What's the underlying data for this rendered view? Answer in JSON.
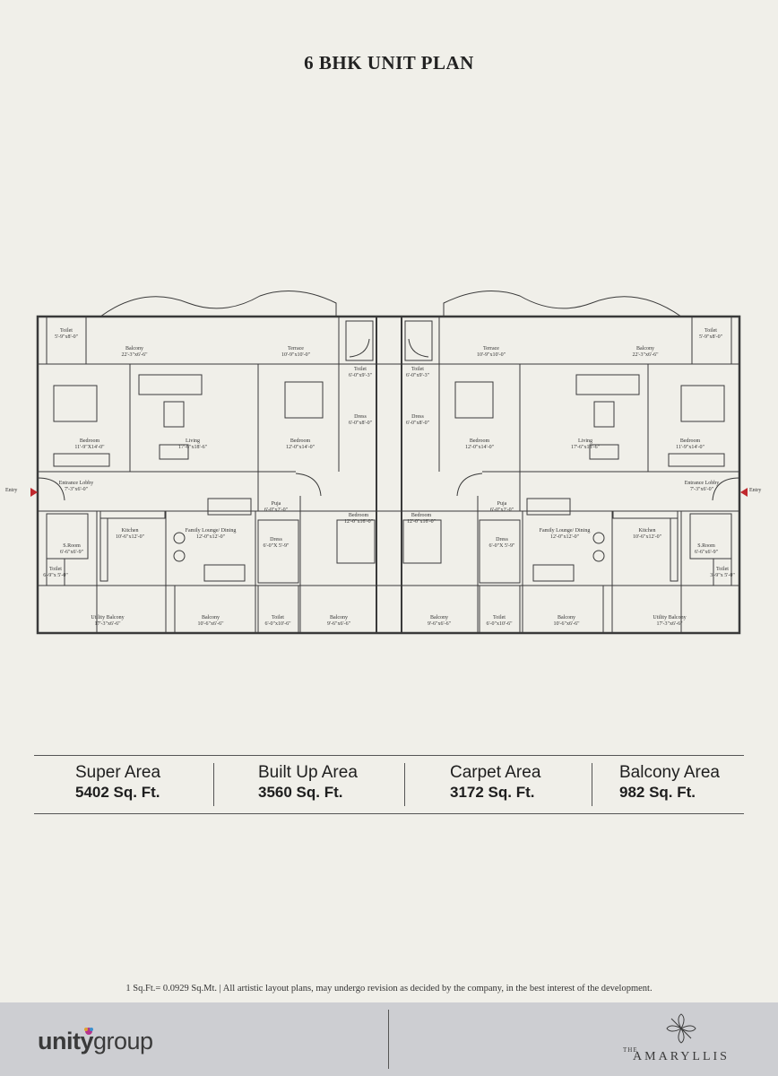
{
  "title": "6 BHK UNIT PLAN",
  "plan": {
    "rooms": [
      {
        "name": "Toilet",
        "dim": "5'-9\"x8'-0\""
      },
      {
        "name": "Balcony",
        "dim": "22'-3\"x6'-6\""
      },
      {
        "name": "Terrace",
        "dim": "10'-9\"x10'-0\""
      },
      {
        "name": "Toilet",
        "dim": "6'-0\"x9'-3\""
      },
      {
        "name": "Toilet",
        "dim": "6'-0\"x9'-3\""
      },
      {
        "name": "Terrace",
        "dim": "10'-9\"x10'-0\""
      },
      {
        "name": "Balcony",
        "dim": "22'-3\"x6'-6\""
      },
      {
        "name": "Toilet",
        "dim": "5'-9\"x8'-0\""
      },
      {
        "name": "Bedroom",
        "dim": "11'-9\"X14'-0\""
      },
      {
        "name": "Living",
        "dim": "17'-6\"x18'-6\""
      },
      {
        "name": "Bedroom",
        "dim": "12'-0\"x14'-0\""
      },
      {
        "name": "Dress",
        "dim": "6'-0\"x8'-0\""
      },
      {
        "name": "Dress",
        "dim": "6'-0\"x8'-0\""
      },
      {
        "name": "Bedroom",
        "dim": "12'-0\"x14'-0\""
      },
      {
        "name": "Living",
        "dim": "17'-6\"x18'-6\""
      },
      {
        "name": "Bedroom",
        "dim": "11'-9\"x14'-0\""
      },
      {
        "name": "Entrance Lobby",
        "dim": "7'-3\"x6'-0\""
      },
      {
        "name": "Entrance Lobby",
        "dim": "7'-3\"x6'-0\""
      },
      {
        "name": "Puja",
        "dim": "6'-0\"x2'-0\""
      },
      {
        "name": "Bedroom",
        "dim": "12'-0\"x16'-0\""
      },
      {
        "name": "Bedroom",
        "dim": "12'-0\"x16'-0\""
      },
      {
        "name": "Puja",
        "dim": "6'-0\"x2'-0\""
      },
      {
        "name": "Kitchen",
        "dim": "10'-6\"x12'-0\""
      },
      {
        "name": "Family Lounge/ Dining",
        "dim": "12'-0\"x12'-0\""
      },
      {
        "name": "Dress",
        "dim": "6'-0\"X 5'-9\""
      },
      {
        "name": "Dress",
        "dim": "6'-0\"X 5'-9\""
      },
      {
        "name": "Family Lounge/ Dining",
        "dim": "12'-0\"x12'-0\""
      },
      {
        "name": "Kitchen",
        "dim": "10'-6\"x12'-0\""
      },
      {
        "name": "S.Room",
        "dim": "6'-6\"x6'-9\""
      },
      {
        "name": "S.Room",
        "dim": "6'-6\"x6'-9\""
      },
      {
        "name": "Toilet",
        "dim": "6'-9\"x 5'-0\""
      },
      {
        "name": "Toilet",
        "dim": "3'-9\"x 5'-0\""
      },
      {
        "name": "Utility Balcony",
        "dim": "17'-3\"x6'-6\""
      },
      {
        "name": "Balcony",
        "dim": "10'-6\"x6'-6\""
      },
      {
        "name": "Toilet",
        "dim": "6'-0\"x10'-6\""
      },
      {
        "name": "Balcony",
        "dim": "9'-6\"x6'-6\""
      },
      {
        "name": "Balcony",
        "dim": "9'-6\"x6'-6\""
      },
      {
        "name": "Toilet",
        "dim": "6'-0\"x10'-6\""
      },
      {
        "name": "Balcony",
        "dim": "10'-6\"x6'-6\""
      },
      {
        "name": "Utility Balcony",
        "dim": "17'-3\"x6'-6\""
      }
    ],
    "entry_left": "Entry",
    "entry_right": "Entry"
  },
  "areas": [
    {
      "label": "Super Area",
      "value": "5402 Sq. Ft."
    },
    {
      "label": "Built Up Area",
      "value": "3560 Sq. Ft."
    },
    {
      "label": "Carpet Area",
      "value": "3172 Sq. Ft."
    },
    {
      "label": "Balcony Area",
      "value": "982 Sq. Ft."
    }
  ],
  "disclaimer": "1 Sq.Ft.= 0.0929 Sq.Mt. | All artistic layout plans, may undergo revision as decided by the company, in the best interest of the development.",
  "footer": {
    "brand_left_bold": "unity",
    "brand_left_light": "group",
    "brand_right_prefix": "THE",
    "brand_right_name": "AMARYLLIS"
  },
  "colors": {
    "background": "#f0efe9",
    "footer": "#cdced2",
    "entry_arrow": "#c0282d",
    "brand_mark": "#b5338a"
  },
  "icons": [
    "entry-arrow-icon",
    "amaryllis-flower-icon",
    "brand-dot-icon"
  ]
}
